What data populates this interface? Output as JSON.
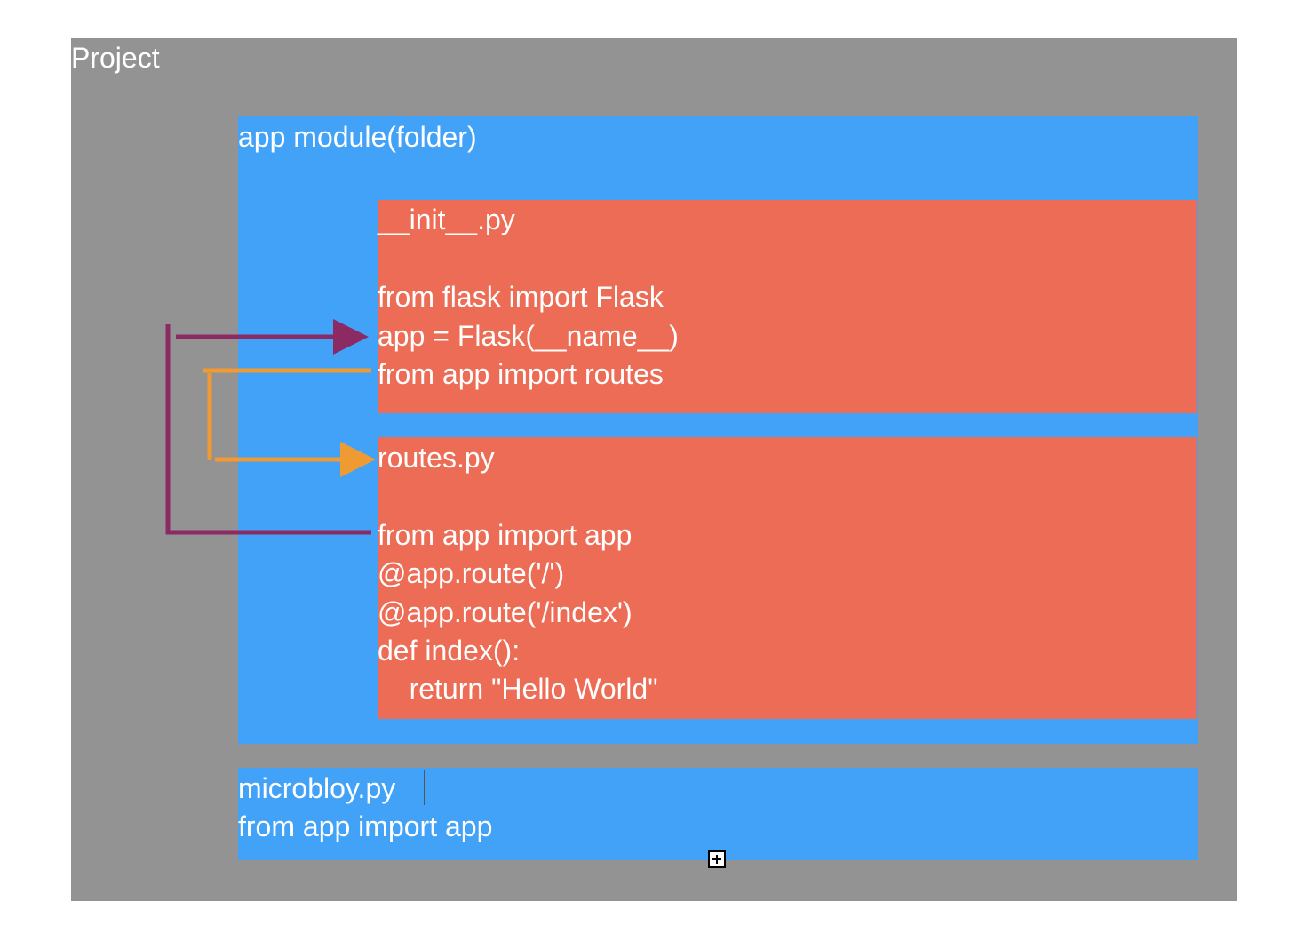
{
  "project": {
    "label": "Project"
  },
  "app_module": {
    "label": "app module(folder)"
  },
  "init_file": {
    "filename": "__init__.py",
    "lines": [
      "from flask import Flask",
      "app = Flask(__name__)",
      "from app import routes"
    ]
  },
  "routes_file": {
    "filename": "routes.py",
    "lines": [
      "from app import app",
      "@app.route('/')",
      "@app.route('/index')",
      "def index():",
      "    return \"Hello World\""
    ]
  },
  "main_file": {
    "filename": "microbloy.py",
    "lines": [
      "from app import app"
    ]
  },
  "colors": {
    "project_bg": "#939393",
    "module_bg": "#42a2f7",
    "file_bg": "#ec6c56",
    "app_import_arrow": "#8b2a63",
    "routes_import_arrow": "#ef9a33",
    "text": "#ffffff"
  }
}
